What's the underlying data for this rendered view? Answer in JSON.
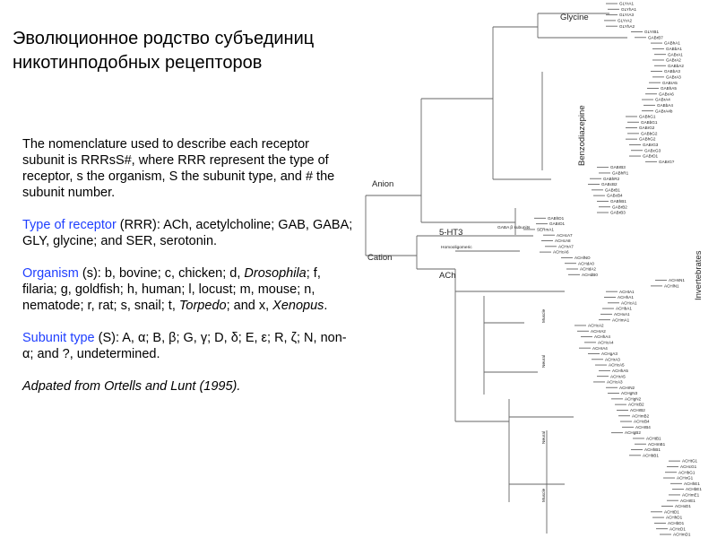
{
  "slide": {
    "title": "Эволюционное родство субъединиц никотинподобных рецепторов",
    "intro": "The nomenclature used to describe each receptor subunit is RRRsS#, where RRR represent the type of receptor, s the organism, S the subunit type, and # the subunit number.",
    "receptor_label": "Type of receptor",
    "receptor_text": " (RRR): ACh, acetylcholine; GAB, GABA; GLY, glycine; and SER, serotonin.",
    "organism_label": "Organism",
    "organism_text_1": " (s): b, bovine; c, chicken; d, ",
    "organism_em_1": "Drosophila",
    "organism_text_2": "; f, filaria; g, goldfish; h, human; l, locust; m, mouse; n, nematode; r, rat; s, snail; t, ",
    "organism_em_2": "Torpedo",
    "organism_text_3": "; and x, ",
    "organism_em_3": "Xenopus",
    "organism_text_4": ".",
    "subunit_label": "Subunit type",
    "subunit_text": " (S): A, α; B, β; G, γ; D, δ; E, ε; R, ζ; N, non-α; and ?, undetermined.",
    "source": "Adpated from Ortells and Lunt (1995)."
  },
  "tree": {
    "group_labels": {
      "glycine": "Glycine",
      "benzodiazepine": "Benzodiazepine",
      "anion": "Anion",
      "cation": "Cation",
      "ht3": "5-HT3",
      "ach": "ACh",
      "invertebrates": "Invertebrates",
      "homooligomeric": "Homooligomeric",
      "gaba_subunits": "GABA β subunits",
      "muscle_1": "Muscle",
      "neural_1": "Neural",
      "neural_2": "Neural",
      "muscle_2": "Muscle"
    },
    "leaves": [
      "GLYrA1",
      "GLYhA1",
      "GLYrA3",
      "GLYrA2",
      "GLYhA2",
      "GLYrB1",
      "GABrB7",
      "GABhA1",
      "GABbA1",
      "GABrA1",
      "GABrA2",
      "GABbA2",
      "GABbA3",
      "GABrA3",
      "GABrA5",
      "GABhA5",
      "GABrA6",
      "GABrA4",
      "GABbA4",
      "GABrA4b",
      "GABhG1",
      "GABbG1",
      "GABrG2",
      "GABbG2",
      "GABhG2",
      "GABrG3",
      "GABcG3",
      "GABrD1",
      "GABrG?",
      "GABrB3",
      "GABhR1",
      "GABhR2",
      "GABcB2",
      "GABrB1",
      "GABcB4",
      "GABhB1",
      "GABrB2",
      "GABrB3",
      "GABhD1",
      "GABrD1",
      "SERmA1",
      "ACHcA7",
      "ACHcA8",
      "ACHrA7",
      "ACHcA6",
      "ACHlNO",
      "ACHdA0",
      "ACHdA2",
      "ACHdB0",
      "ACHsN1",
      "ACHlN1",
      "ACHtA1",
      "ACHhA1",
      "ACHcA1",
      "ACHbA1",
      "ACHxA1",
      "ACHmA1",
      "ACHcA2",
      "ACHrA2",
      "ACHhA4",
      "ACHcA4",
      "ACHrA4",
      "ACHgA3",
      "ACHrA3",
      "ACHcA5",
      "ACHhA5",
      "ACHrA5",
      "ACHcA3",
      "ACHrN2",
      "ACHgN3",
      "ACHgN2",
      "ACHcB2",
      "ACHrB2",
      "ACHmB2",
      "ACHcB4",
      "ACHrB4",
      "ACHgB2",
      "ACHtB1",
      "ACHmB1",
      "ACHhB1",
      "ACHbB1",
      "ACHtG1",
      "ACHcG1",
      "ACHbG1",
      "ACHxG1",
      "ACHhE1",
      "ACHbE1",
      "ACHmE1",
      "ACHrE1",
      "ACHxD1",
      "ACHtD1",
      "ACHhD1",
      "ACHbD1",
      "ACHcD1",
      "ACHmD1"
    ]
  }
}
